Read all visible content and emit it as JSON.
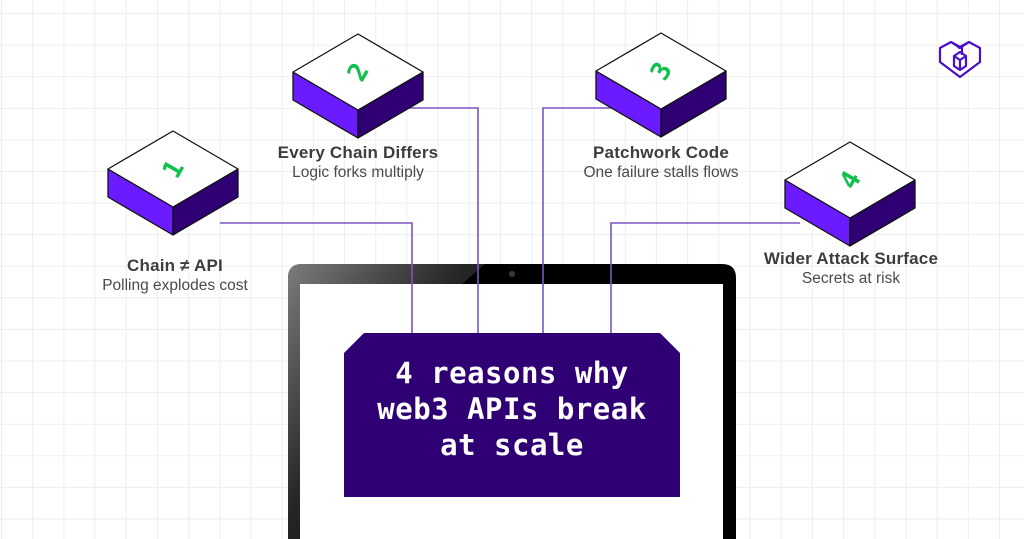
{
  "colors": {
    "accent_purple": "#6a1bff",
    "dark_purple": "#2e0074",
    "connector": "#7a55c4",
    "number_green": "#12c050",
    "text_dark": "#3d3d3d"
  },
  "title": {
    "lines": [
      "4 reasons why",
      "web3 APIs break",
      "at scale"
    ]
  },
  "reasons": [
    {
      "number": "1",
      "title": "Chain ≠ API",
      "subtitle": "Polling explodes cost"
    },
    {
      "number": "2",
      "title": "Every Chain Differs",
      "subtitle": "Logic forks multiply"
    },
    {
      "number": "3",
      "title": "Patchwork Code",
      "subtitle": "One failure stalls flows"
    },
    {
      "number": "4",
      "title": "Wider Attack Surface",
      "subtitle": "Secrets at risk"
    }
  ],
  "logo": {
    "icon": "heart-cube-logo-icon"
  },
  "device": {
    "icon": "laptop-icon"
  }
}
